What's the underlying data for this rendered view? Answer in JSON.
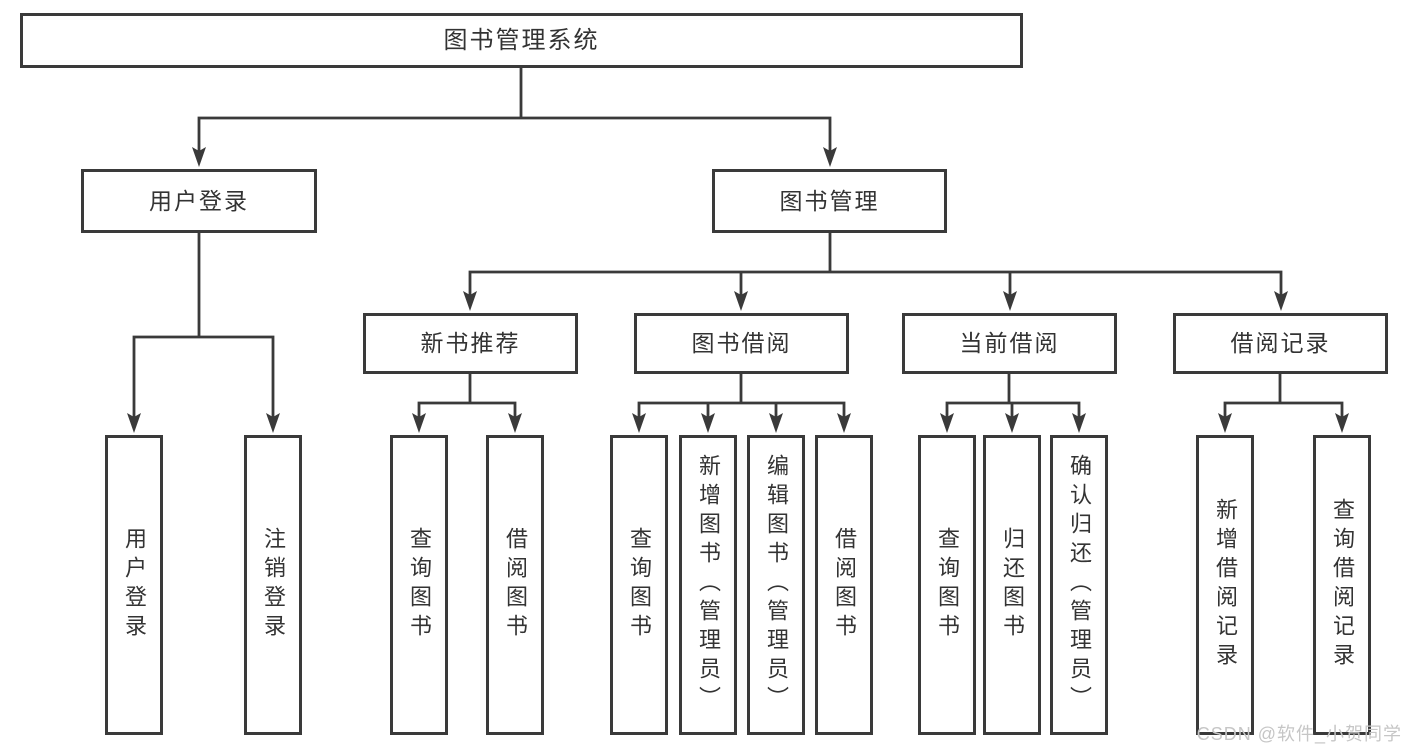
{
  "tree": {
    "root": {
      "label": "图书管理系统",
      "children": [
        {
          "label": "用户登录",
          "children": [
            {
              "label": "用户登录"
            },
            {
              "label": "注销登录"
            }
          ]
        },
        {
          "label": "图书管理",
          "children": [
            {
              "label": "新书推荐",
              "children": [
                {
                  "label": "查询图书"
                },
                {
                  "label": "借阅图书"
                }
              ]
            },
            {
              "label": "图书借阅",
              "children": [
                {
                  "label": "查询图书"
                },
                {
                  "label": "新增图书（管理员）"
                },
                {
                  "label": "编辑图书（管理员）"
                },
                {
                  "label": "借阅图书"
                }
              ]
            },
            {
              "label": "当前借阅",
              "children": [
                {
                  "label": "查询图书"
                },
                {
                  "label": "归还图书"
                },
                {
                  "label": "确认归还（管理员）"
                }
              ]
            },
            {
              "label": "借阅记录",
              "children": [
                {
                  "label": "新增借阅记录"
                },
                {
                  "label": "查询借阅记录"
                }
              ]
            }
          ]
        }
      ]
    }
  },
  "watermark": "CSDN @软件_小贺同学",
  "colors": {
    "line": "#3a3a3a",
    "text": "#333333",
    "background": "#ffffff",
    "watermark": "#c6c6c6"
  }
}
